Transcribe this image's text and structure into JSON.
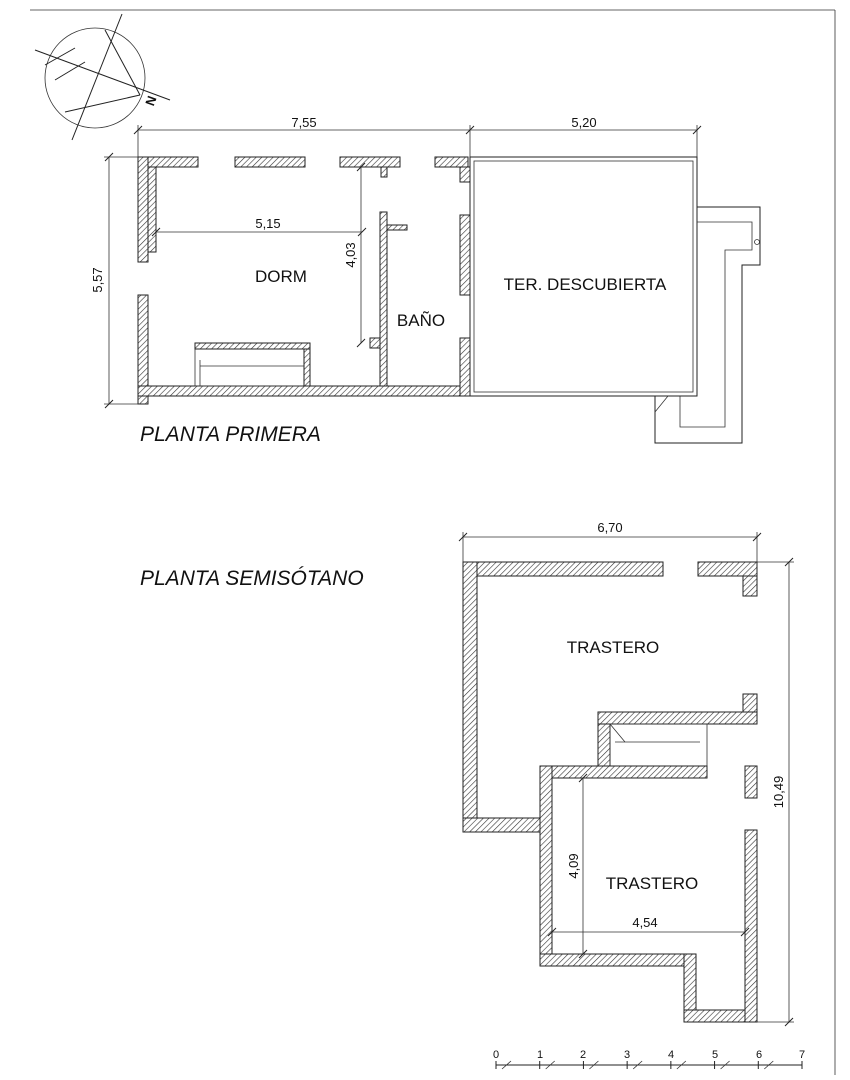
{
  "north_arrow": {
    "label": "N"
  },
  "floors": [
    {
      "title": "PLANTA PRIMERA",
      "rooms": [
        {
          "name": "DORM"
        },
        {
          "name": "BAÑO"
        },
        {
          "name": "TER. DESCUBIERTA"
        }
      ],
      "dimensions": [
        {
          "label": "7,55"
        },
        {
          "label": "5,20"
        },
        {
          "label": "5,57"
        },
        {
          "label": "5,15"
        },
        {
          "label": "4,03"
        }
      ]
    },
    {
      "title": "PLANTA SEMISÓTANO",
      "rooms": [
        {
          "name": "TRASTERO"
        },
        {
          "name": "TRASTERO"
        }
      ],
      "dimensions": [
        {
          "label": "6,70"
        },
        {
          "label": "10,49"
        },
        {
          "label": "4,09"
        },
        {
          "label": "4,54"
        }
      ]
    }
  ],
  "scale_bar": {
    "ticks": [
      "0",
      "1",
      "2",
      "3",
      "4",
      "5",
      "6",
      "7"
    ]
  }
}
